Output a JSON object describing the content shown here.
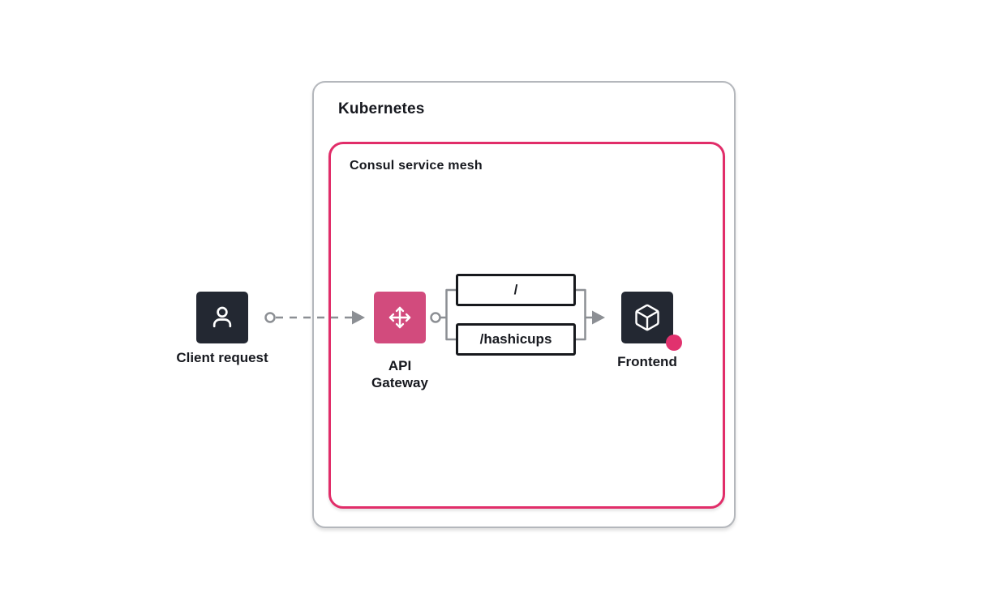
{
  "diagram": {
    "kubernetes_label": "Kubernetes",
    "mesh_label": "Consul service mesh",
    "client": {
      "label": "Client request",
      "icon": "person-icon"
    },
    "gateway": {
      "label": "API Gateway",
      "icon": "move-arrows-icon"
    },
    "routes": [
      {
        "path": "/"
      },
      {
        "path": "/hashicups"
      }
    ],
    "frontend": {
      "label": "Frontend",
      "icon": "cube-icon",
      "badge": "pink-status-dot"
    }
  },
  "colors": {
    "background": "#ffffff",
    "text": "#17191f",
    "outer-border": "#b4b7bc",
    "pink-border": "#e12d69",
    "gateway-fill": "#d24b7d",
    "dot-pink": "#e1326e",
    "node-dark": "#232832",
    "connector-gray": "#8c8f94",
    "route-border": "#17191d"
  }
}
